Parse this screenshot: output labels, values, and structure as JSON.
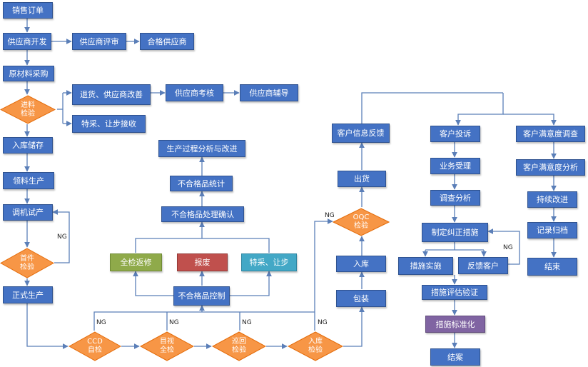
{
  "colors": {
    "box": "#4472c4",
    "diamond": "#f79646",
    "line": "#5b7fb8",
    "green": "#8faa4a",
    "red": "#c0504d",
    "teal": "#43a8c6",
    "purple": "#8064a2"
  },
  "boxes": {
    "sales_order": "销售订单",
    "supplier_dev": "供应商开发",
    "supplier_review": "供应商评审",
    "qualified_supplier": "合格供应商",
    "raw_purchase": "原材料采购",
    "return_improve": "退货、供应商改善",
    "supplier_assess": "供应商考核",
    "supplier_coach": "供应商辅导",
    "special_accept": "特采、让步接收",
    "stock_in_storage": "入库储存",
    "pick_material": "领料生产",
    "setup_trial": "调机试产",
    "formal_production": "正式生产",
    "process_analysis": "生产过程分析与改进",
    "nc_statistics": "不合格品统计",
    "nc_handling": "不合格品处理确认",
    "rework_all": "全检返修",
    "scrap": "报废",
    "special_concession": "特采、让步",
    "nc_control": "不合格品控制",
    "customer_feedback": "客户信息反馈",
    "shipment": "出货",
    "warehouse_in": "入库",
    "packaging": "包装",
    "complaint": "客户投诉",
    "accept_business": "业务受理",
    "investigate": "调查分析",
    "corrective_action": "制定纠正措施",
    "implement": "措施实施",
    "feedback_customer": "反馈客户",
    "verify_measure": "措施评估验证",
    "standardize": "措施标准化",
    "close_case": "结案",
    "satisfaction_survey": "客户满意度调查",
    "satisfaction_analysis": "客户满意度分析",
    "continuous_improve": "持续改进",
    "record_archive": "记录归档",
    "end": "结束"
  },
  "diamonds": {
    "incoming_inspection": "进料\n检验",
    "first_article": "首件\n检验",
    "ccd_self": "CCD\n自检",
    "visual_full": "目视\n全检",
    "patrol_inspection": "巡回\n检验",
    "warehouse_inspection": "入库\n检验",
    "oqc_inspection": "OQC\n检验"
  },
  "ng_labels": {
    "first_article": "NG",
    "ccd": "NG",
    "visual": "NG",
    "patrol": "NG",
    "warehouse": "NG",
    "oqc": "NG",
    "corrective": "NG"
  }
}
